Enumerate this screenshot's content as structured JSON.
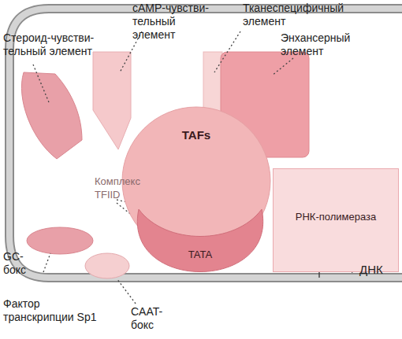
{
  "diagram": {
    "nodes": [
      {
        "text": [
          "TAFs"
        ]
      },
      {
        "text": [
          "TATA"
        ]
      },
      {
        "text": [
          "РНК-полимераза"
        ]
      }
    ],
    "labels": [
      "Стероид-чувстви- тельный элемент",
      "cAMP-чувстви- тельный элемент",
      "Тканеспецифичный элемент",
      "Энхансерный элемент",
      "Комплекс TFIID",
      "GC- бокс",
      "Фактор транскрипции Sp1",
      "CAAT- бокс",
      "ДНК"
    ]
  }
}
